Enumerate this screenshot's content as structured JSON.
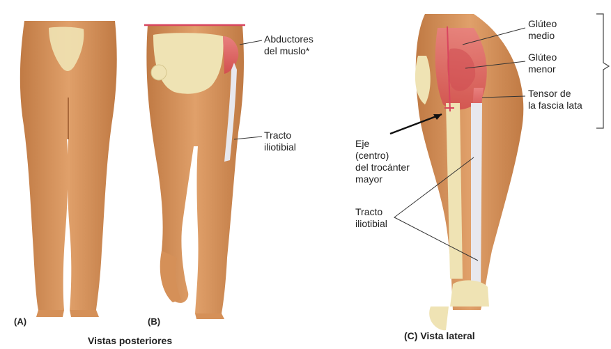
{
  "labels": {
    "abductores": [
      "Abductores",
      "del muslo*"
    ],
    "tracto_b": [
      "Tracto",
      "iliotibial"
    ],
    "gluteo_medio": [
      "Glúteo",
      "medio"
    ],
    "gluteo_menor": [
      "Glúteo",
      "menor"
    ],
    "tensor": [
      "Tensor de",
      "la fascia lata"
    ],
    "eje": [
      "Eje",
      "(centro)",
      "del trocánter",
      "mayor"
    ],
    "tracto_c": [
      "Tracto",
      "iliotibial"
    ]
  },
  "panels": {
    "a": "(A)",
    "b": "(B)",
    "c": "(C) Vista lateral"
  },
  "captions": {
    "posteriores": "Vistas posteriores"
  },
  "colors": {
    "skin": "#d9965f",
    "skin_dark": "#b8743f",
    "bone": "#efe3b4",
    "muscle": "#e06a6a",
    "tract": "#e8e8ee",
    "pelvis_line": "#d8455e"
  }
}
